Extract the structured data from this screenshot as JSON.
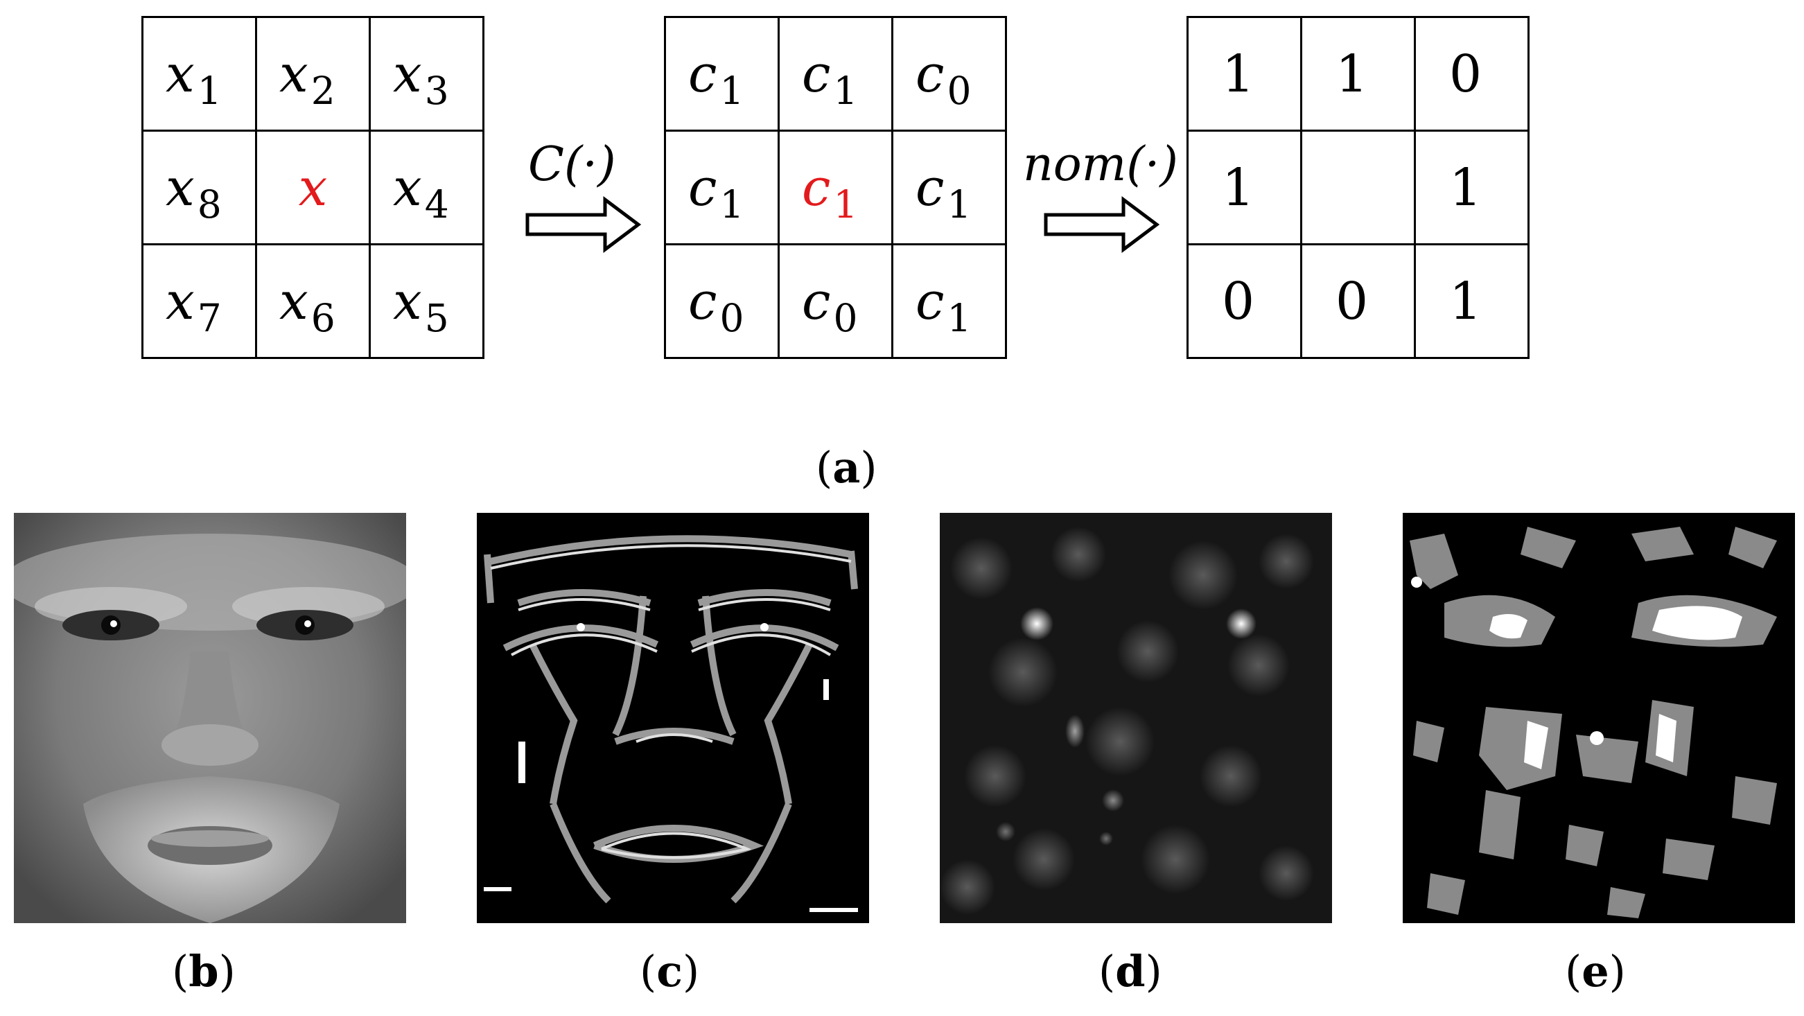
{
  "panel_a": {
    "grid_input": [
      [
        {
          "v": "x",
          "s": "1"
        },
        {
          "v": "x",
          "s": "2"
        },
        {
          "v": "x",
          "s": "3"
        }
      ],
      [
        {
          "v": "x",
          "s": "8"
        },
        {
          "v": "x",
          "s": "",
          "center": true
        },
        {
          "v": "x",
          "s": "4"
        }
      ],
      [
        {
          "v": "x",
          "s": "7"
        },
        {
          "v": "x",
          "s": "6"
        },
        {
          "v": "x",
          "s": "5"
        }
      ]
    ],
    "grid_coded": [
      [
        {
          "v": "c",
          "s": "1"
        },
        {
          "v": "c",
          "s": "1"
        },
        {
          "v": "c",
          "s": "0"
        }
      ],
      [
        {
          "v": "c",
          "s": "1"
        },
        {
          "v": "c",
          "s": "1",
          "center": true
        },
        {
          "v": "c",
          "s": "1"
        }
      ],
      [
        {
          "v": "c",
          "s": "0"
        },
        {
          "v": "c",
          "s": "0"
        },
        {
          "v": "c",
          "s": "1"
        }
      ]
    ],
    "grid_binary": [
      [
        "1",
        "1",
        "0"
      ],
      [
        "1",
        "",
        "1"
      ],
      [
        "0",
        "0",
        "1"
      ]
    ],
    "op1": "C(·)",
    "op2": "nom(·)",
    "highlight_color": "#e31a1c"
  },
  "captions": {
    "a": "(a)",
    "b": "(b)",
    "c": "(c)",
    "d": "(d)",
    "e": "(e)"
  }
}
